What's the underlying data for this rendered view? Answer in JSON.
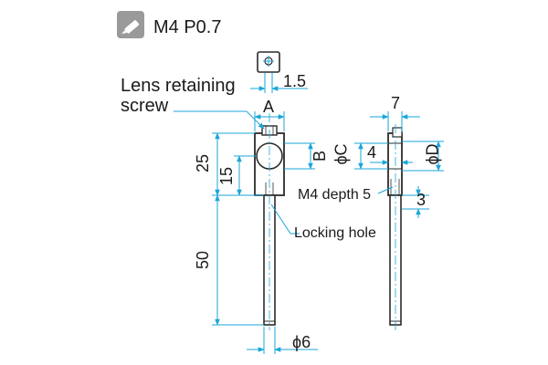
{
  "header": {
    "icon": "screw-icon",
    "thread_spec": "M4 P0.7"
  },
  "labels": {
    "lens_retaining_screw_line1": "Lens retaining",
    "lens_retaining_screw_line2": "screw",
    "locking_hole": "Locking hole",
    "m4_depth": "M4 depth 5"
  },
  "dimensions": {
    "screw_width": "1.5",
    "a": "A",
    "b": "B",
    "height_25": "25",
    "height_15": "15",
    "length_50": "50",
    "shaft_diameter": "ϕ6",
    "side_width": "7",
    "phi_c": "ϕC",
    "phi_d": "ϕD",
    "offset_4": "4",
    "offset_3": "3"
  },
  "colors": {
    "dimension_line": "#1aa6d8",
    "outline": "#2b2b2b",
    "icon_bg": "#9a9a9a"
  }
}
